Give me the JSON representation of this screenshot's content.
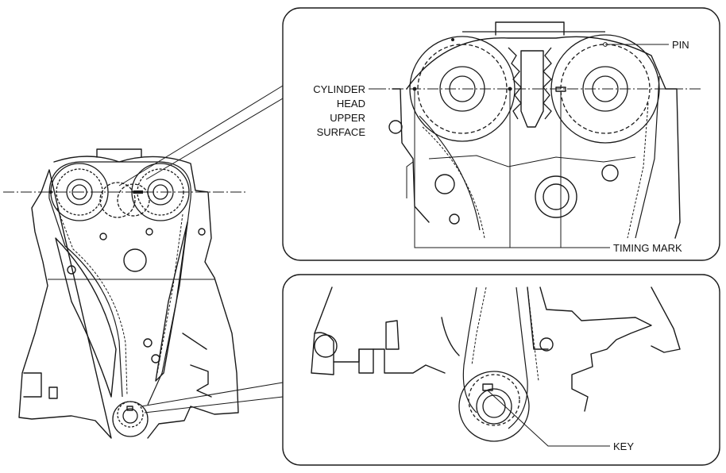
{
  "labels": {
    "pin": "PIN",
    "cylinder_head_upper_surface": [
      "CYLINDER",
      "HEAD",
      "UPPER",
      "SURFACE"
    ],
    "timing_mark": "TIMING MARK",
    "key": "KEY"
  },
  "colors": {
    "line": "#1a1a1a",
    "background": "#ffffff"
  }
}
